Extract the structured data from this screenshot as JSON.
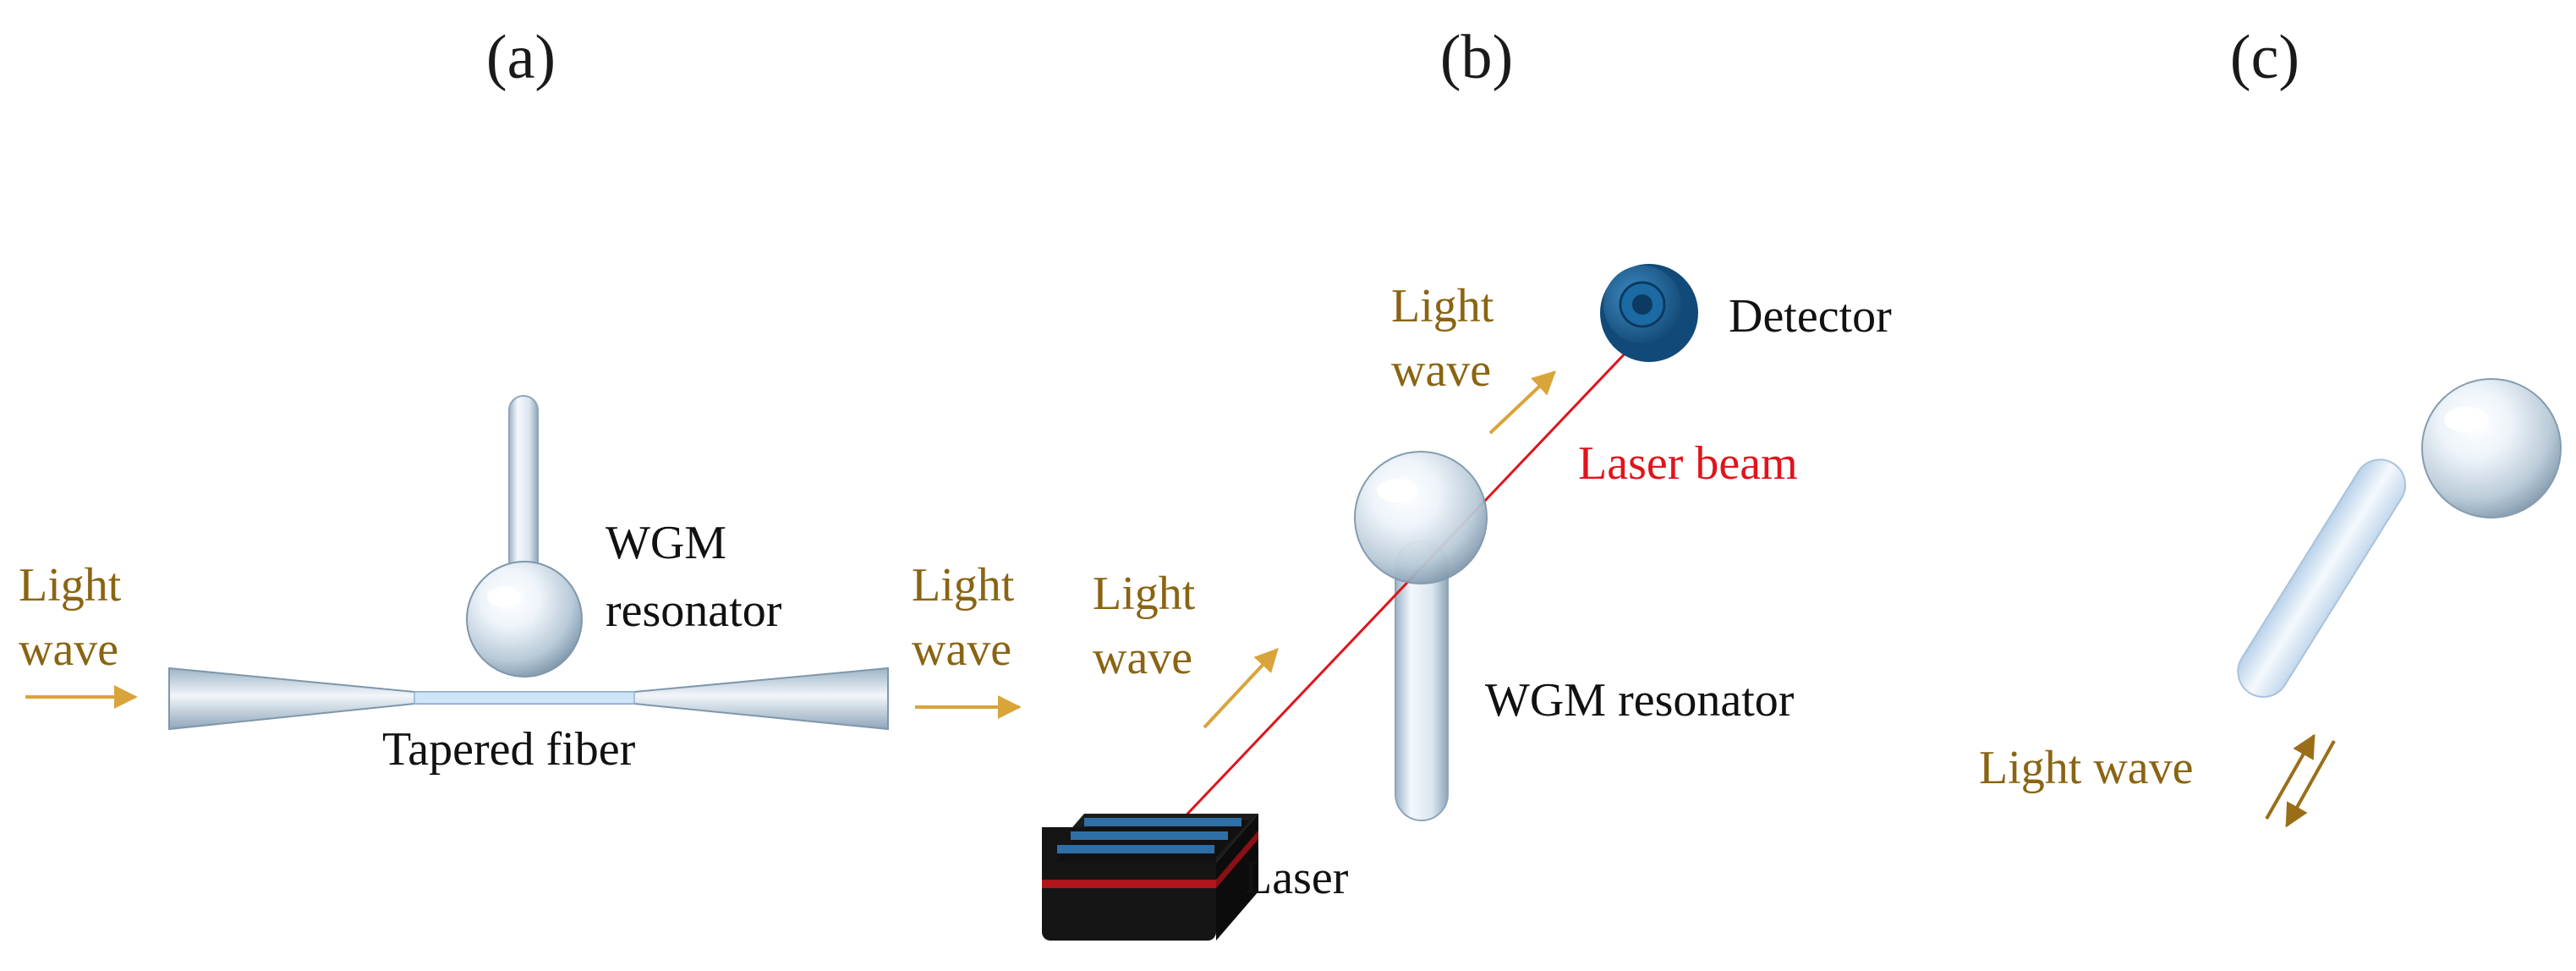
{
  "panels": {
    "a": {
      "label": "(a)",
      "input_light": [
        "Light",
        "wave"
      ],
      "output_light": [
        "Light",
        "wave"
      ],
      "resonator": [
        "WGM",
        "resonator"
      ],
      "fiber": "Tapered fiber"
    },
    "b": {
      "label": "(b)",
      "input_light": [
        "Light",
        "wave"
      ],
      "output_light": [
        "Light",
        "wave"
      ],
      "detector": "Detector",
      "beam": "Laser beam",
      "resonator": "WGM resonator",
      "laser": "Laser"
    },
    "c": {
      "label": "(c)",
      "light": "Light wave"
    }
  },
  "colors": {
    "light_text": "#8a6412",
    "arrow": "#d9a43a",
    "beam": "#e0141c",
    "detector": "#1a5d8f",
    "laser_body": "#151515",
    "laser_stripe_blue": "#2e6fa8",
    "laser_stripe_red": "#b0161c"
  }
}
